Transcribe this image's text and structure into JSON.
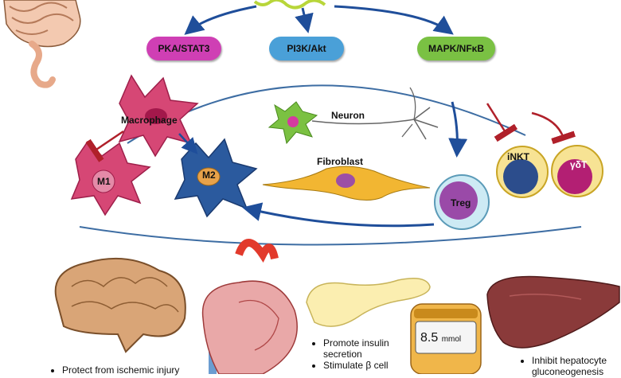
{
  "pathways": [
    "PKA/STAT3",
    "PI3K/Akt",
    "MAPK/NFκB"
  ],
  "cells": {
    "macrophage": "Macrophage",
    "m1": "M1",
    "m2": "M2",
    "neuron": "Neuron",
    "fibroblast": "Fibroblast",
    "treg": "Treg",
    "inkt": "iNKT",
    "gdt": "γδT"
  },
  "organs": {
    "brain_text": "Protect from ischemic injury",
    "pancreas_items": [
      "Promote insulin secretion",
      "Stimulate β cell"
    ],
    "meter_value": "8.5",
    "meter_unit": "mmol",
    "liver_items": [
      "Inhibit hepatocyte gluconeogenesis"
    ]
  },
  "colors": {
    "pka": "#cf3fb4",
    "pi3k": "#4aa0d8",
    "mapk": "#7ac143",
    "inhibit": "#b0202a",
    "activate": "#1f4e9a"
  }
}
